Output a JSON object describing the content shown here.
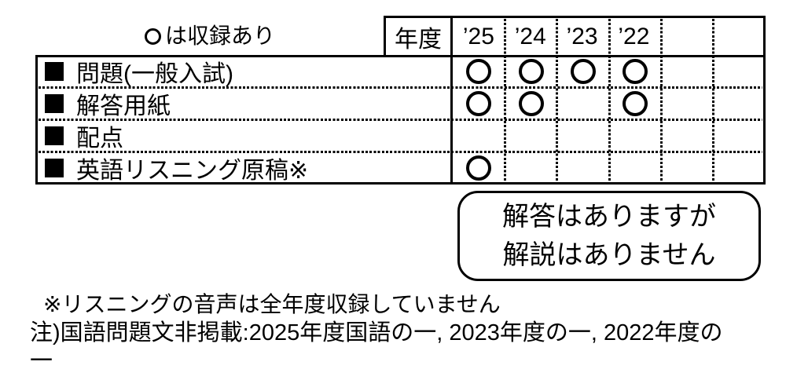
{
  "legend": {
    "circle_symbol": "〇",
    "text": "は収録あり"
  },
  "table": {
    "header": {
      "year_label": "年度",
      "years": [
        "’25",
        "’24",
        "’23",
        "’22",
        "",
        ""
      ]
    },
    "bullet_symbol": "■",
    "mark_symbol": "〇",
    "rows": [
      {
        "label": "問題(一般入試)",
        "marks": [
          1,
          1,
          1,
          1,
          0,
          0
        ]
      },
      {
        "label": "解答用紙",
        "marks": [
          1,
          1,
          0,
          1,
          0,
          0
        ]
      },
      {
        "label": "配点",
        "marks": [
          0,
          0,
          0,
          0,
          0,
          0
        ]
      },
      {
        "label": "英語リスニング原稿※",
        "marks": [
          1,
          0,
          0,
          0,
          0,
          0
        ]
      }
    ]
  },
  "speech_bubble": {
    "line1": "解答はありますが",
    "line2": "解説はありません"
  },
  "notes": {
    "note1": "※リスニングの音声は全年度収録していません",
    "note2_line1": "注)国語問題文非掲載:2025年度国語の一, 2023年度の一, 2022年度の",
    "note2_line2": "一"
  },
  "colors": {
    "ink": "#000000",
    "background": "#ffffff"
  }
}
